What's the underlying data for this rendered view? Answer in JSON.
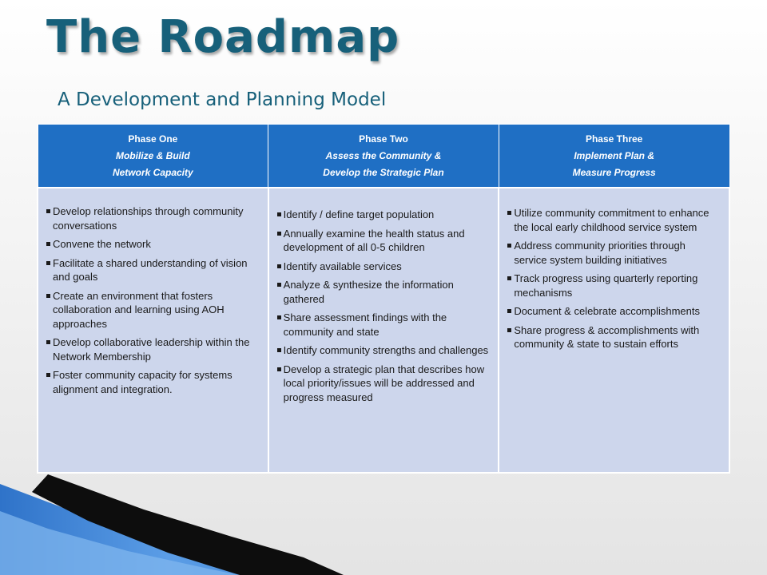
{
  "title": "The Roadmap",
  "subtitle": "A Development and Planning Model",
  "phases": [
    {
      "name": "Phase One",
      "line1": "Mobilize & Build",
      "line2": "Network Capacity",
      "items": [
        "Develop relationships through community conversations",
        "Convene the network",
        "Facilitate a shared understanding of vision and goals",
        "Create an environment that fosters collaboration and learning using AOH approaches",
        "Develop collaborative leadership within the Network Membership",
        "Foster community capacity for systems alignment and integration."
      ]
    },
    {
      "name": "Phase Two",
      "line1": "Assess the Community &",
      "line2": "Develop the Strategic Plan",
      "items": [
        "Identify / define target population",
        "Annually examine the health status and development of all 0-5 children",
        "Identify available services",
        "Analyze & synthesize the information gathered",
        "Share assessment findings with the community and state",
        "Identify community strengths and challenges",
        "Develop a strategic plan that describes how local priority/issues will be addressed and progress measured"
      ]
    },
    {
      "name": "Phase Three",
      "line1": "Implement Plan &",
      "line2": "Measure Progress",
      "items": [
        "Utilize community commitment to enhance the local early childhood service system",
        "Address community priorities through service system building initiatives",
        "Track progress using quarterly reporting mechanisms",
        "Document & celebrate accomplishments",
        "Share progress & accomplishments with community & state to sustain efforts"
      ]
    }
  ],
  "colors": {
    "title": "#17607a",
    "header_bg": "#1f6fc4",
    "cell_bg": "#cdd6ec",
    "decor_blue": "#3f86d6",
    "decor_dark": "#0d0d0d"
  }
}
